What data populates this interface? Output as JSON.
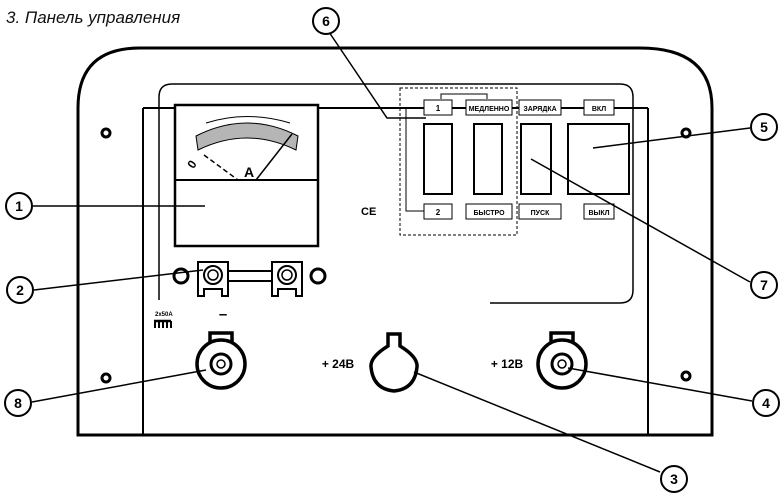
{
  "title": "3. Панель управления",
  "callouts": [
    "1",
    "2",
    "3",
    "4",
    "5",
    "6",
    "7",
    "8"
  ],
  "meter": {
    "unit": "A",
    "zero": "0"
  },
  "switches": {
    "pos1": "1",
    "pos2": "2",
    "slow": "МЕДЛЕННО",
    "fast": "БЫСТРО",
    "charge": "ЗАРЯДКА",
    "start": "ПУСК",
    "on": "ВКЛ",
    "off": "ВЫКЛ"
  },
  "ce_mark": "CE",
  "fuse_label": "2x50A",
  "terminals": {
    "minus": "–",
    "plus24": "+ 24В",
    "plus12": "+ 12В"
  }
}
